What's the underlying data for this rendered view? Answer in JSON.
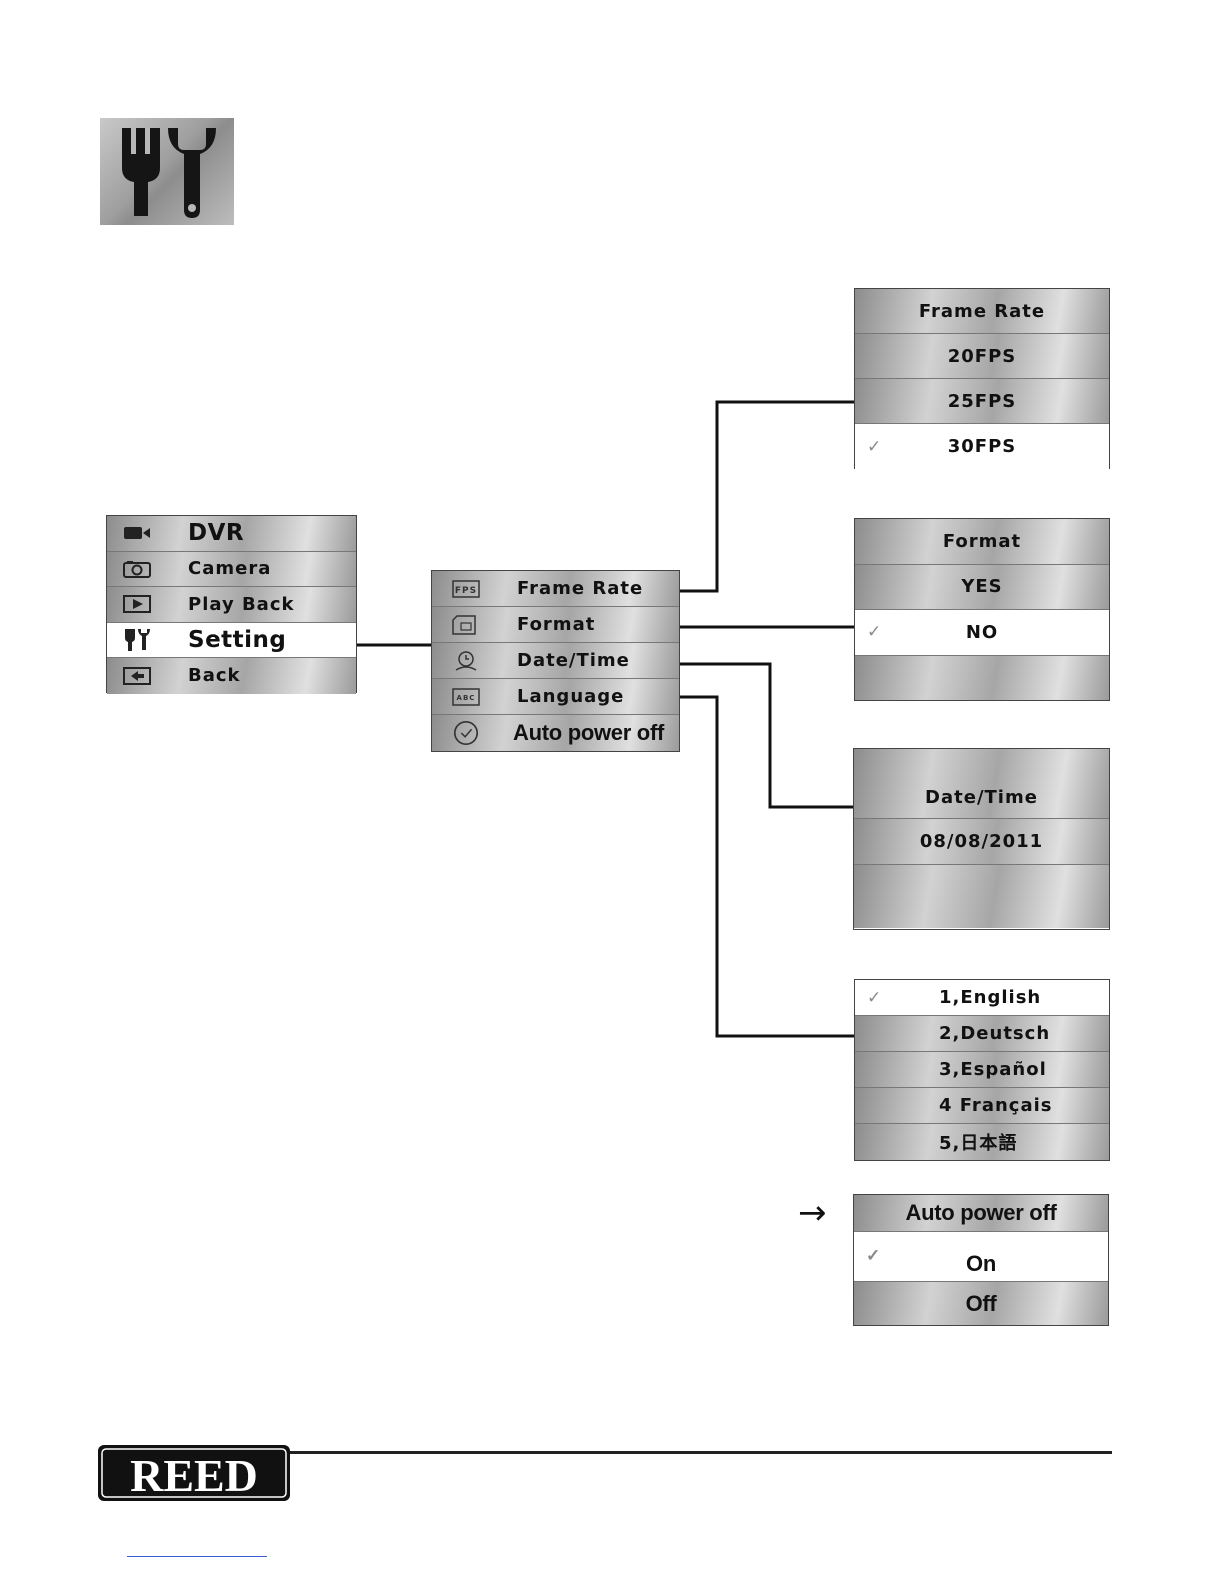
{
  "header": {
    "icon": "wrench-and-screwdriver-icon"
  },
  "main_menu": {
    "items": [
      {
        "label": "DVR",
        "icon": "video-camera-icon",
        "selected": false
      },
      {
        "label": "Camera",
        "icon": "camera-icon",
        "selected": false
      },
      {
        "label": "Play Back",
        "icon": "play-icon",
        "selected": false
      },
      {
        "label": "Setting",
        "icon": "tools-icon",
        "selected": true
      },
      {
        "label": "Back",
        "icon": "back-arrow-icon",
        "selected": false
      }
    ]
  },
  "settings_menu": {
    "items": [
      {
        "label": "Frame Rate",
        "icon": "fps-icon"
      },
      {
        "label": "Format",
        "icon": "sd-card-icon"
      },
      {
        "label": "Date/Time",
        "icon": "clock-icon"
      },
      {
        "label": "Language",
        "icon": "abc-icon"
      },
      {
        "label": "Auto power off",
        "icon": "power-timer-icon"
      }
    ]
  },
  "frame_rate_menu": {
    "title": "Frame Rate",
    "options": [
      "20FPS",
      "25FPS",
      "30FPS"
    ],
    "selected": "30FPS"
  },
  "format_menu": {
    "title": "Format",
    "options": [
      "YES",
      "NO"
    ],
    "selected": "NO"
  },
  "datetime_menu": {
    "title": "Date/Time",
    "value": "08/08/2011"
  },
  "language_menu": {
    "options": [
      "1,English",
      "2,Deutsch",
      "3,Español",
      "4 Français",
      "5,日本語"
    ],
    "selected": "1,English"
  },
  "autopower_menu": {
    "title": "Auto power off",
    "options": [
      "On",
      "Off"
    ],
    "selected": "On"
  },
  "pointer_arrow": "→",
  "check_mark": "✓",
  "footer": {
    "logo_text": "REED"
  },
  "colors": {
    "menu_gray": "#a8a8a8",
    "selected_row": "#ffffff",
    "connector": "#111111"
  }
}
